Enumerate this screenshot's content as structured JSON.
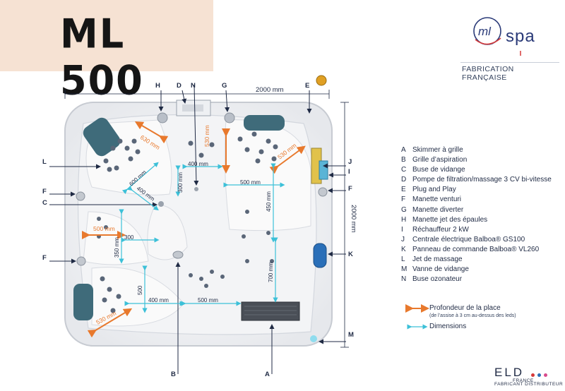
{
  "title": "ML 500",
  "brand": {
    "logo_mark": "ml",
    "logo_word": "spa",
    "tagline": "FABRICATION FRANÇAISE",
    "colors": {
      "navy": "#2a3a78",
      "red": "#d63a3a"
    }
  },
  "dimensions": {
    "width_label": "2000 mm",
    "height_label": "2000 mm"
  },
  "callouts": {
    "H": "H",
    "D": "D",
    "N": "N",
    "G": "G",
    "E": "E",
    "L": "L",
    "F": "F",
    "C": "C",
    "J": "J",
    "I": "I",
    "K": "K",
    "M": "M",
    "B": "B",
    "A": "A"
  },
  "depth_labels": {
    "d630": "630 mm",
    "d530a": "530 mm",
    "d530b": "530 mm",
    "d500": "500 mm",
    "d530c": "530 mm"
  },
  "dimension_labels": {
    "m400a": "400 mm",
    "m300a": "300 mm",
    "m600": "600 mm",
    "m400b": "400 mm",
    "m500a": "500 mm",
    "m450": "450 mm",
    "m300b": "300",
    "m350": "350 mm",
    "m700": "700 mm",
    "m500b": "500",
    "m400c": "400 mm",
    "m500c": "500 mm"
  },
  "legend": [
    {
      "key": "A",
      "label": "Skimmer à grille"
    },
    {
      "key": "B",
      "label": "Grille d’aspiration"
    },
    {
      "key": "C",
      "label": "Buse de vidange"
    },
    {
      "key": "D",
      "label": "Pompe de filtration/massage 3 CV bi-vitesse"
    },
    {
      "key": "E",
      "label": "Plug and Play"
    },
    {
      "key": "F",
      "label": "Manette venturi"
    },
    {
      "key": "G",
      "label": "Manette diverter"
    },
    {
      "key": "H",
      "label": "Manette jet des épaules"
    },
    {
      "key": "I",
      "label": "Réchauffeur 2 kW"
    },
    {
      "key": "J",
      "label": "Centrale électrique Balboa® GS100"
    },
    {
      "key": "K",
      "label": "Panneau de commande Balboa® VL260"
    },
    {
      "key": "L",
      "label": "Jet de massage"
    },
    {
      "key": "M",
      "label": "Vanne de vidange"
    },
    {
      "key": "N",
      "label": "Buse ozonateur"
    }
  ],
  "arrow_legend": {
    "depth": "Profondeur de la place",
    "depth_note": "(de l’assise à 3 cm au-dessus des leds)",
    "dims": "Dimensions",
    "colors": {
      "depth": "#e8792d",
      "dims": "#3cc0d8"
    }
  },
  "distributor": {
    "name": "ELD",
    "country": "FRANCE",
    "role": "FABRICANT DISTRIBUTEUR",
    "dot_colors": [
      "#d63a3a",
      "#2a6fb8",
      "#d94a8c"
    ]
  }
}
